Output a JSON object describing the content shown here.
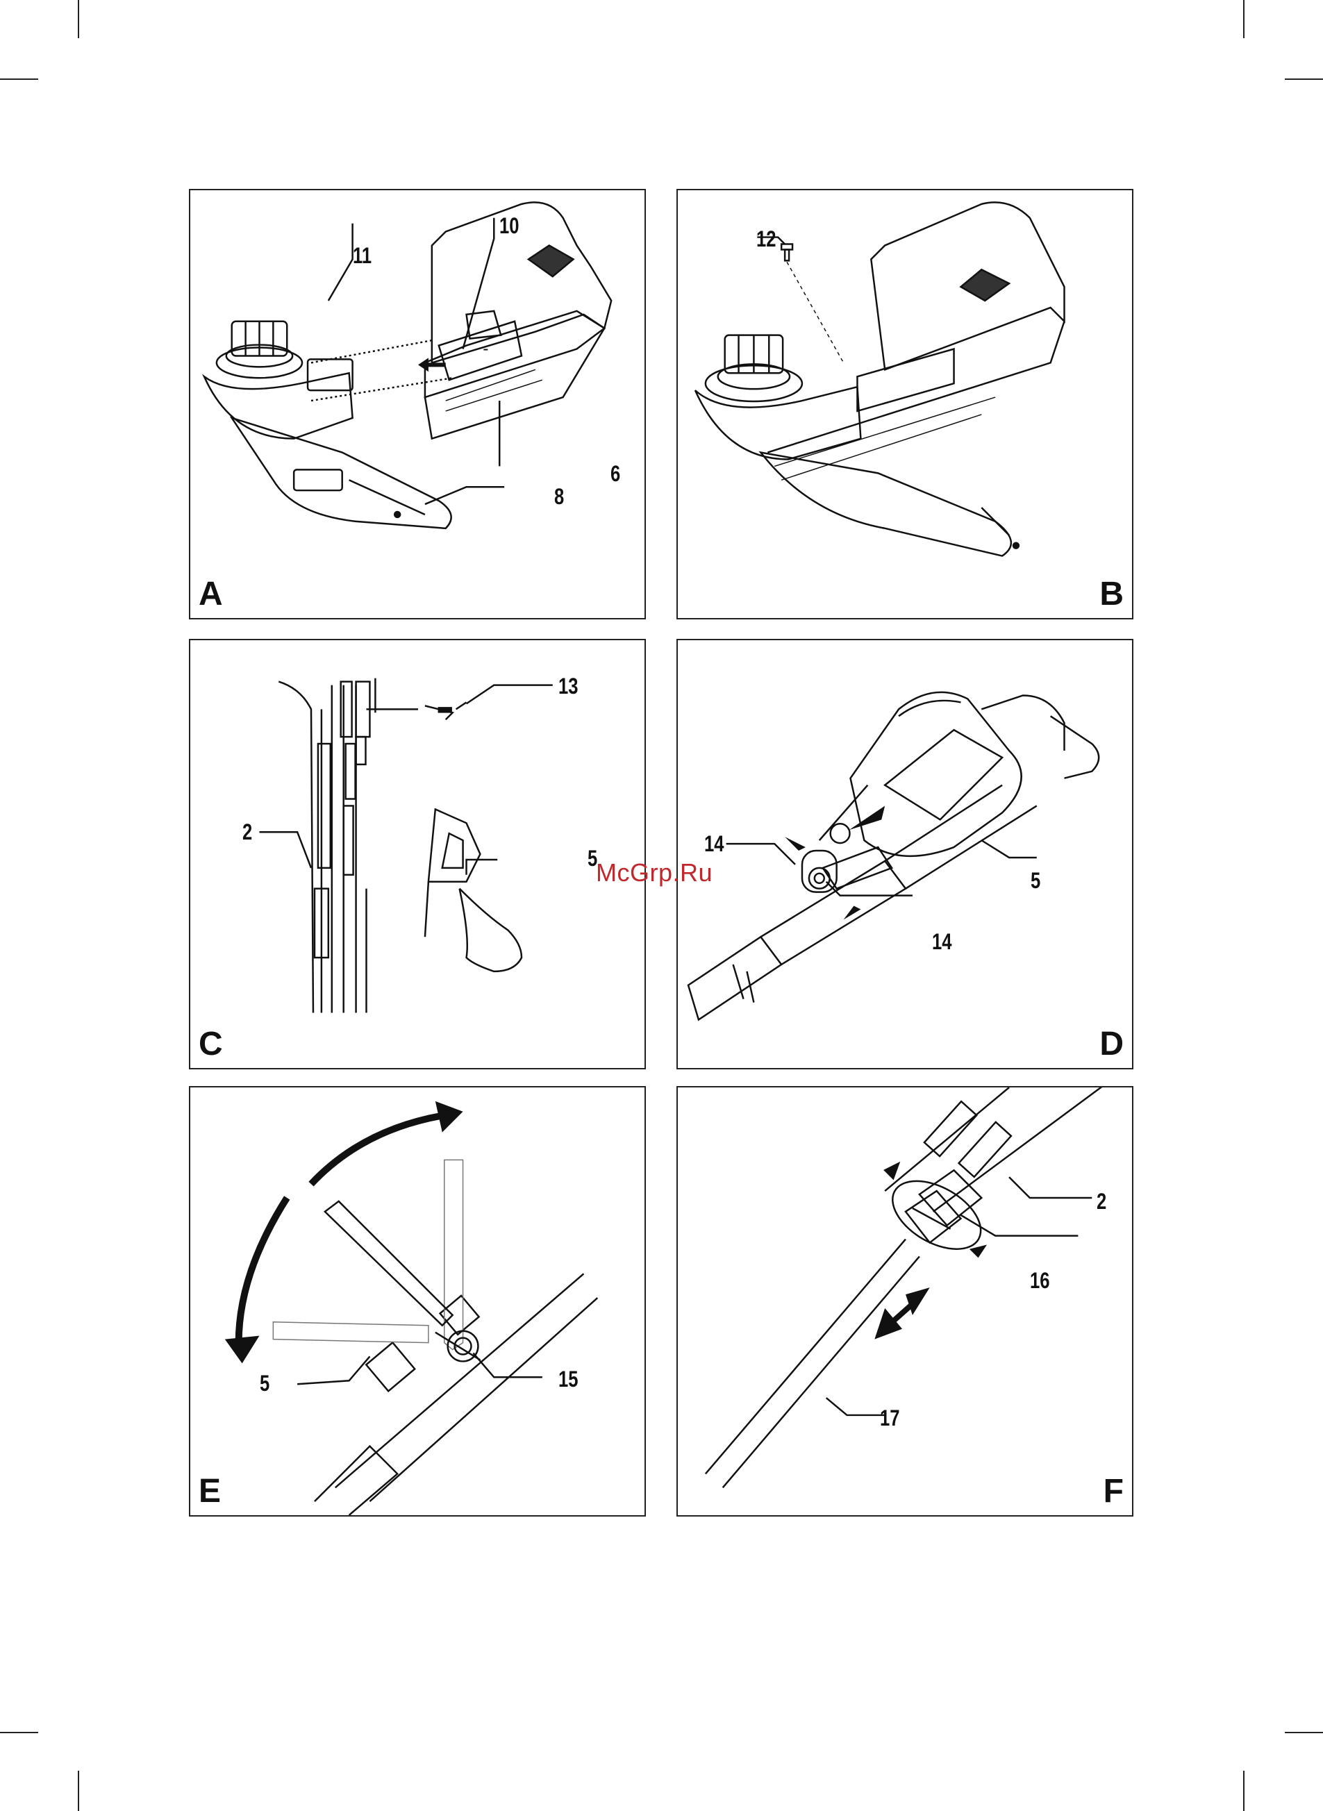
{
  "watermark": "McGrp.Ru",
  "panels": {
    "A": {
      "letter": "A",
      "callouts": {
        "c11": "11",
        "c10": "10",
        "c6": "6",
        "c8": "8"
      }
    },
    "B": {
      "letter": "B",
      "callouts": {
        "c12": "12"
      }
    },
    "C": {
      "letter": "C",
      "callouts": {
        "c13": "13",
        "c2": "2",
        "c5": "5"
      }
    },
    "D": {
      "letter": "D",
      "callouts": {
        "c14a": "14",
        "c14b": "14",
        "c5": "5"
      }
    },
    "E": {
      "letter": "E",
      "callouts": {
        "c5": "5",
        "c15": "15"
      }
    },
    "F": {
      "letter": "F",
      "callouts": {
        "c2": "2",
        "c16": "16",
        "c17": "17"
      }
    }
  }
}
